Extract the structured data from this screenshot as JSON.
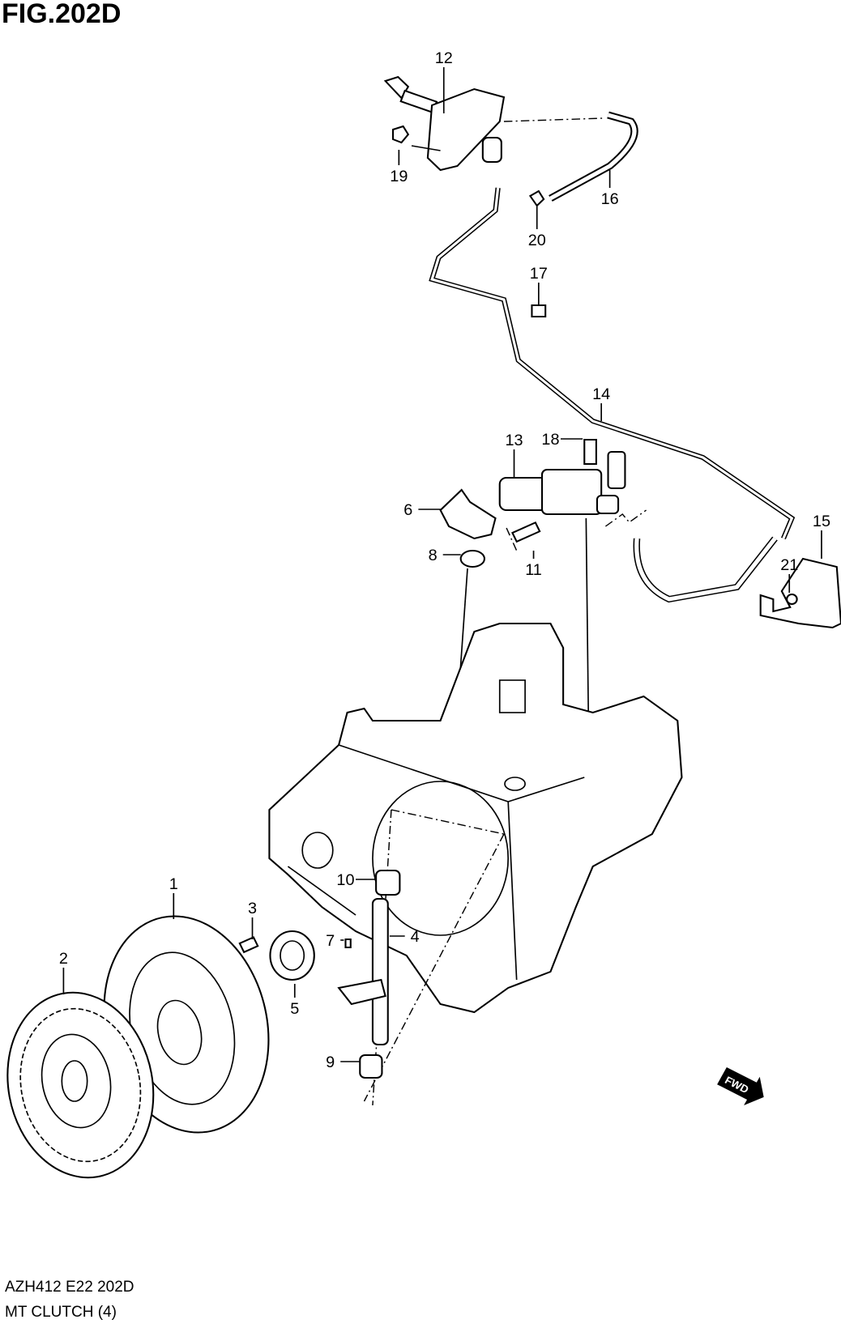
{
  "figure": {
    "title": "FIG.202D",
    "code": "AZH412 E22 202D",
    "name": "MT CLUTCH (4)",
    "fwd_label": "FWD"
  },
  "callouts": [
    "1",
    "2",
    "3",
    "4",
    "5",
    "6",
    "7",
    "8",
    "9",
    "10",
    "11",
    "12",
    "13",
    "14",
    "15",
    "16",
    "17",
    "18",
    "19",
    "20",
    "21"
  ]
}
